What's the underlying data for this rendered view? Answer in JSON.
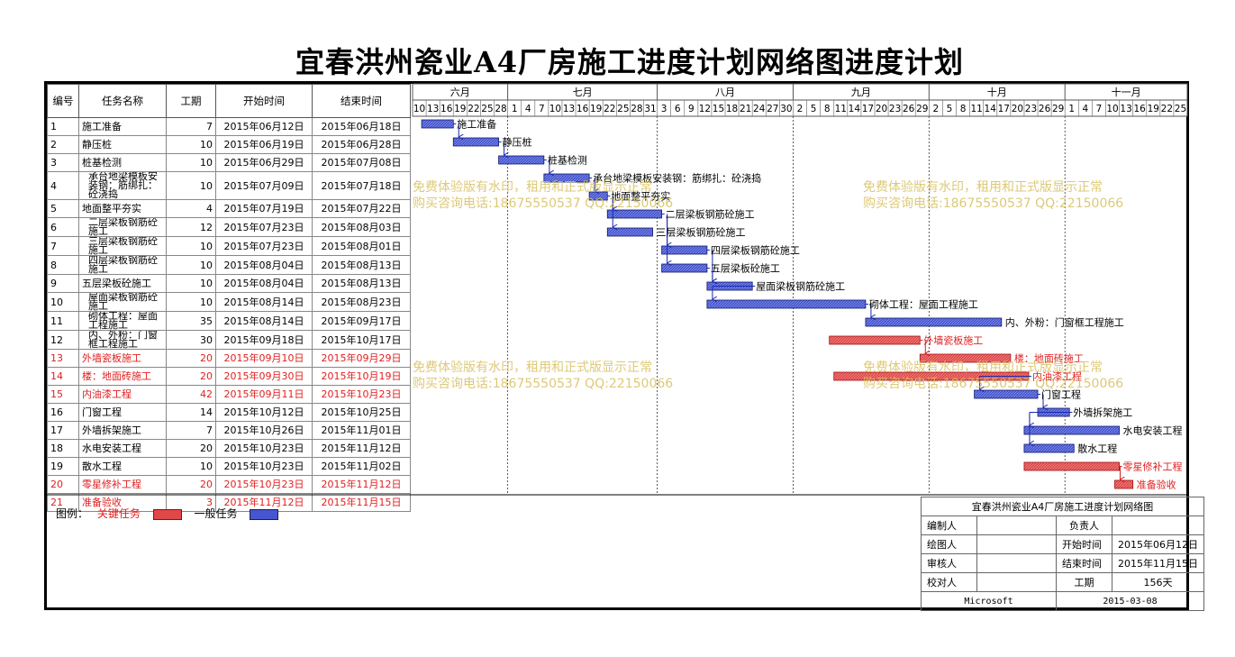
{
  "title": "宜春洪州瓷业A4厂房施工进度计划网络图进度计划",
  "table": {
    "headers": [
      "编号",
      "任务名称",
      "工期",
      "开始时间",
      "结束时间"
    ],
    "rows": [
      {
        "id": "1",
        "name": "施工准备",
        "dur": "7",
        "start": "2015年06月12日",
        "end": "2015年06月18日",
        "critical": false
      },
      {
        "id": "2",
        "name": "静压桩",
        "dur": "10",
        "start": "2015年06月19日",
        "end": "2015年06月28日",
        "critical": false
      },
      {
        "id": "3",
        "name": "桩基检测",
        "dur": "10",
        "start": "2015年06月29日",
        "end": "2015年07月08日",
        "critical": false
      },
      {
        "id": "4",
        "name": "承台地梁模板安装钢：筋绑扎：砼浇捣",
        "dur": "10",
        "start": "2015年07月09日",
        "end": "2015年07月18日",
        "critical": false
      },
      {
        "id": "5",
        "name": "地面整平夯实",
        "dur": "4",
        "start": "2015年07月19日",
        "end": "2015年07月22日",
        "critical": false
      },
      {
        "id": "6",
        "name": "二层梁板钢筋砼施工",
        "dur": "12",
        "start": "2015年07月23日",
        "end": "2015年08月03日",
        "critical": false
      },
      {
        "id": "7",
        "name": "三层梁板钢筋砼施工",
        "dur": "10",
        "start": "2015年07月23日",
        "end": "2015年08月01日",
        "critical": false
      },
      {
        "id": "8",
        "name": "四层梁板钢筋砼施工",
        "dur": "10",
        "start": "2015年08月04日",
        "end": "2015年08月13日",
        "critical": false
      },
      {
        "id": "9",
        "name": "五层梁板砼施工",
        "dur": "10",
        "start": "2015年08月04日",
        "end": "2015年08月13日",
        "critical": false
      },
      {
        "id": "10",
        "name": "屋面梁板钢筋砼施工",
        "dur": "10",
        "start": "2015年08月14日",
        "end": "2015年08月23日",
        "critical": false
      },
      {
        "id": "11",
        "name": "砌体工程：屋面工程施工",
        "dur": "35",
        "start": "2015年08月14日",
        "end": "2015年09月17日",
        "critical": false
      },
      {
        "id": "12",
        "name": "内、外粉：门窗框工程施工",
        "dur": "30",
        "start": "2015年09月18日",
        "end": "2015年10月17日",
        "critical": false
      },
      {
        "id": "13",
        "name": "外墙瓷板施工",
        "dur": "20",
        "start": "2015年09月10日",
        "end": "2015年09月29日",
        "critical": true
      },
      {
        "id": "14",
        "name": "楼：地面砖施工",
        "dur": "20",
        "start": "2015年09月30日",
        "end": "2015年10月19日",
        "critical": true
      },
      {
        "id": "15",
        "name": "内油漆工程",
        "dur": "42",
        "start": "2015年09月11日",
        "end": "2015年10月23日",
        "critical": true
      },
      {
        "id": "16",
        "name": "门窗工程",
        "dur": "14",
        "start": "2015年10月12日",
        "end": "2015年10月25日",
        "critical": false
      },
      {
        "id": "17",
        "name": "外墙拆架施工",
        "dur": "7",
        "start": "2015年10月26日",
        "end": "2015年11月01日",
        "critical": false
      },
      {
        "id": "18",
        "name": "水电安装工程",
        "dur": "20",
        "start": "2015年10月23日",
        "end": "2015年11月12日",
        "critical": false
      },
      {
        "id": "19",
        "name": "散水工程",
        "dur": "10",
        "start": "2015年10月23日",
        "end": "2015年11月02日",
        "critical": false
      },
      {
        "id": "20",
        "name": "零星修补工程",
        "dur": "20",
        "start": "2015年10月23日",
        "end": "2015年11月12日",
        "critical": true
      },
      {
        "id": "21",
        "name": "准备验收",
        "dur": "3",
        "start": "2015年11月12日",
        "end": "2015年11月15日",
        "critical": true
      }
    ]
  },
  "timeline": {
    "months": [
      "六月",
      "七月",
      "八月",
      "九月",
      "十月",
      "十一月"
    ],
    "days": [
      "10",
      "13",
      "16",
      "19",
      "22",
      "25",
      "28",
      "1",
      "4",
      "7",
      "10",
      "13",
      "16",
      "19",
      "22",
      "25",
      "28",
      "31",
      "3",
      "6",
      "9",
      "12",
      "15",
      "18",
      "21",
      "24",
      "27",
      "30",
      "2",
      "5",
      "8",
      "11",
      "14",
      "17",
      "20",
      "23",
      "26",
      "29",
      "2",
      "5",
      "8",
      "11",
      "14",
      "17",
      "20",
      "23",
      "26",
      "29",
      "1",
      "4",
      "7",
      "10",
      "13",
      "16",
      "19",
      "22",
      "25"
    ],
    "month_start_index": [
      0,
      7,
      18,
      28,
      38,
      48
    ]
  },
  "gantt_labels": [
    "施工准备",
    "静压桩",
    "桩基检测",
    "承台地梁模板安装钢：筋绑扎：砼浇捣",
    "地面整平夯实",
    "二层梁板钢筋砼施工",
    "三层梁板钢筋砼施工",
    "四层梁板钢筋砼施工",
    "五层梁板砼施工",
    "屋面梁板钢筋砼施工",
    "砌体工程：屋面工程施工",
    "内、外粉：门窗框工程施工",
    "外墙瓷板施工",
    "楼：地面砖施工",
    "内油漆工程",
    "门窗工程",
    "外墙拆架施工",
    "水电安装工程",
    "散水工程",
    "零星修补工程",
    "准备验收"
  ],
  "watermarks": [
    [
      "免费体验版有水印，租用和正式版显示正常",
      "购买咨询电话:18675550537 QQ:22150066"
    ],
    [
      "免费体验版有水印，租用和正式版显示正常",
      "购买咨询电话:18675550537 QQ:22150066"
    ],
    [
      "免费体验版有水印，租用和正式版显示正常",
      "购买咨询电话:18675550537 QQ:22150066"
    ],
    [
      "免费体验版有水印，租用和正式版显示正常",
      "购买咨询电话:18675550537 QQ:22150066"
    ]
  ],
  "legend": {
    "label": "图例：",
    "critical": "关键任务",
    "normal": "一般任务"
  },
  "info_block": {
    "title": "宜春洪州瓷业A4厂房施工进度计划网络图",
    "editor_label": "编制人",
    "owner_label": "负责人",
    "drawer_label": "绘图人",
    "start_label": "开始时间",
    "start_value": "2015年06月12日",
    "reviewer_label": "审核人",
    "end_label": "结束时间",
    "end_value": "2015年11月15日",
    "proof_label": "校对人",
    "duration_label": "工期",
    "duration_value": "156天",
    "company": "Microsoft",
    "date": "2015-03-08"
  },
  "colors": {
    "critical": "#e04848",
    "normal": "#4656d0",
    "link_normal": "#1a2ab0",
    "link_critical": "#d02020"
  }
}
